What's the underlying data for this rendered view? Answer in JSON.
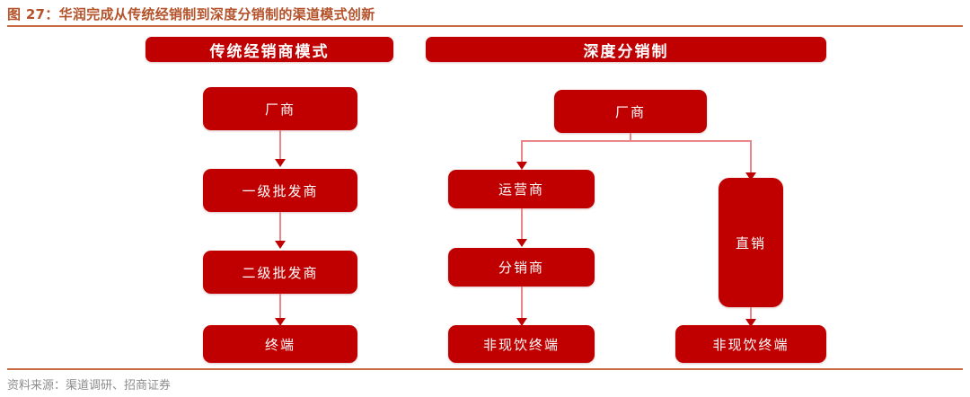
{
  "figure": {
    "title": "图 27：华润完成从传统经销制到深度分销制的渠道模式创新",
    "source": "资料来源：渠道调研、招商证券"
  },
  "colors": {
    "box_red": "#C00000",
    "connector_red": "#E8868A",
    "title_brown": "#B4522A",
    "rule_brown": "#C86A42",
    "source_gray": "#8C8C8C"
  },
  "chart_data": {
    "type": "diagram",
    "title": "图 27：华润完成从传统经销制到深度分销制的渠道模式创新",
    "panels": [
      {
        "id": "traditional",
        "banner": "传统经销商模式",
        "nodes": [
          {
            "id": "t1",
            "label": "厂商"
          },
          {
            "id": "t2",
            "label": "一级批发商"
          },
          {
            "id": "t3",
            "label": "二级批发商"
          },
          {
            "id": "t4",
            "label": "终端"
          }
        ],
        "edges": [
          {
            "from": "t1",
            "to": "t2"
          },
          {
            "from": "t2",
            "to": "t3"
          },
          {
            "from": "t3",
            "to": "t4"
          }
        ]
      },
      {
        "id": "deep-distribution",
        "banner": "深度分销制",
        "nodes": [
          {
            "id": "d1",
            "label": "厂商"
          },
          {
            "id": "d2",
            "label": "运营商"
          },
          {
            "id": "d3",
            "label": "分销商"
          },
          {
            "id": "d4",
            "label": "非现饮终端"
          },
          {
            "id": "d5",
            "label": "直销"
          },
          {
            "id": "d6",
            "label": "非现饮终端"
          }
        ],
        "edges": [
          {
            "from": "d1",
            "to": "d2"
          },
          {
            "from": "d1",
            "to": "d5"
          },
          {
            "from": "d2",
            "to": "d3"
          },
          {
            "from": "d3",
            "to": "d4"
          },
          {
            "from": "d5",
            "to": "d6"
          }
        ]
      }
    ]
  }
}
